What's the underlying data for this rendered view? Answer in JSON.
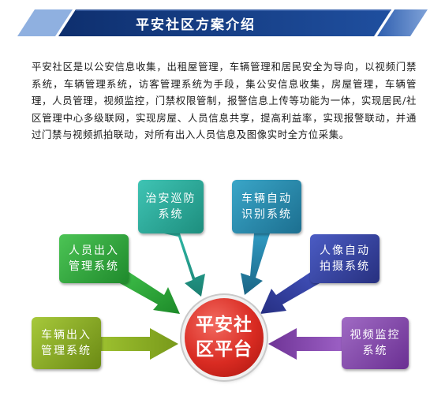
{
  "header": {
    "title": "平安社区方案介绍"
  },
  "intro": {
    "text": "平安社区是以公安信息收集，出租屋管理，车辆管理和居民安全为导向，以视频门禁系统，车辆管理系统，访客管理系统为手段，集公安信息收集，房屋管理，车辆管理，人员管理，视频监控，门禁权限管制，报警信息上传等功能为一体，实现居民/社区管理中心多级联网，实现房屋、人员信息共享，提高利益率，实现报警联动，并通过门禁与视频抓拍联动，对所有出入人员信息及图像实时全方位采集。"
  },
  "center": {
    "line1": "平安社",
    "line2": "区平台",
    "color": "#d92b22"
  },
  "modules": [
    {
      "line1": "治安巡防",
      "line2": "系统",
      "color": "#2aa897"
    },
    {
      "line1": "车辆自动",
      "line2": "识别系统",
      "color": "#2a89ad"
    },
    {
      "line1": "人员出入",
      "line2": "管理系统",
      "color": "#33a83f"
    },
    {
      "line1": "人像自动",
      "line2": "拍摄系统",
      "color": "#3a46a6"
    },
    {
      "line1": "车辆出入",
      "line2": "管理系统",
      "color": "#8aae23"
    },
    {
      "line1": "视频监控",
      "line2": "系统",
      "color": "#8a4cb2"
    }
  ]
}
